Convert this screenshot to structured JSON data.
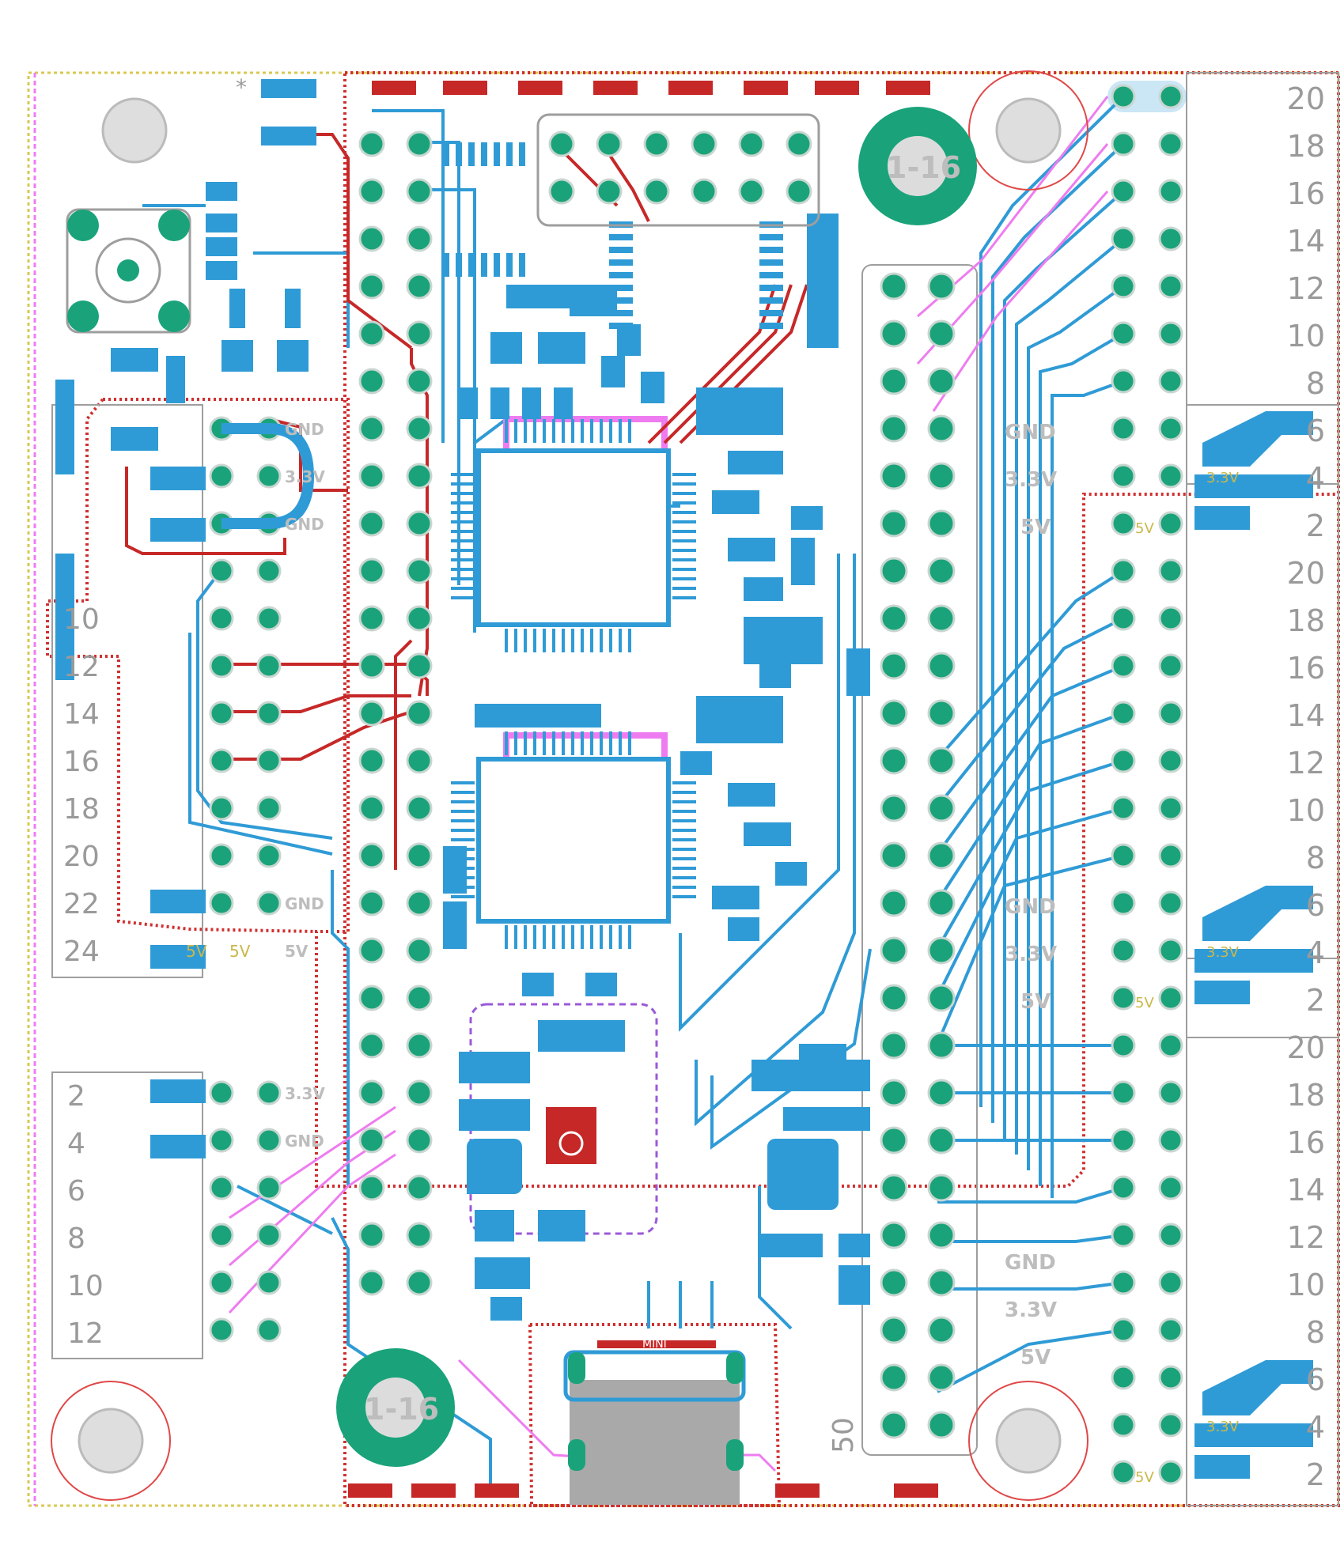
{
  "board": {
    "colors": {
      "background": "#ffffff",
      "top_copper": "#c62828",
      "bottom_copper": "#2f9bd6",
      "pad": "#1aa37a",
      "silkscreen": "#9e9e9e",
      "keepout": "#e04040",
      "route_pink": "#ee7cf0",
      "route_purple": "#9b59d9",
      "tplace_yellow": "#d8c850"
    },
    "right_header_top": {
      "numbers": [
        "20",
        "18",
        "16",
        "14",
        "12",
        "10",
        "8",
        "6",
        "4",
        "2"
      ],
      "labels": [
        "3.3V",
        "5V"
      ]
    },
    "right_header_mid": {
      "numbers": [
        "20",
        "18",
        "16",
        "14",
        "12",
        "10",
        "8",
        "6",
        "4",
        "2"
      ],
      "labels": [
        "3.3V",
        "5V"
      ]
    },
    "right_header_bot": {
      "numbers": [
        "20",
        "18",
        "16",
        "14",
        "12",
        "10",
        "8",
        "6",
        "4",
        "2"
      ],
      "labels": [
        "3.3V",
        "5V"
      ]
    },
    "left_header_top": {
      "numbers": [
        "10",
        "12",
        "14",
        "16",
        "18",
        "20",
        "22",
        "24"
      ],
      "labels": [
        "GND",
        "3.3V",
        "GND",
        "GND",
        "5V",
        "5V",
        "5V"
      ]
    },
    "left_header_bot": {
      "numbers": [
        "2",
        "4",
        "6",
        "8",
        "10",
        "12"
      ],
      "labels": [
        "3.3V",
        "GND"
      ]
    },
    "big_header": {
      "labels": [
        "GND",
        "3.3V",
        "5V",
        "GND",
        "3.3V",
        "5V",
        "GND",
        "3.3V",
        "5V"
      ],
      "pin_count_label": "50"
    },
    "mount_holes": [
      "1-16",
      "1-16"
    ],
    "usb_label": "MINI",
    "star": "*"
  }
}
